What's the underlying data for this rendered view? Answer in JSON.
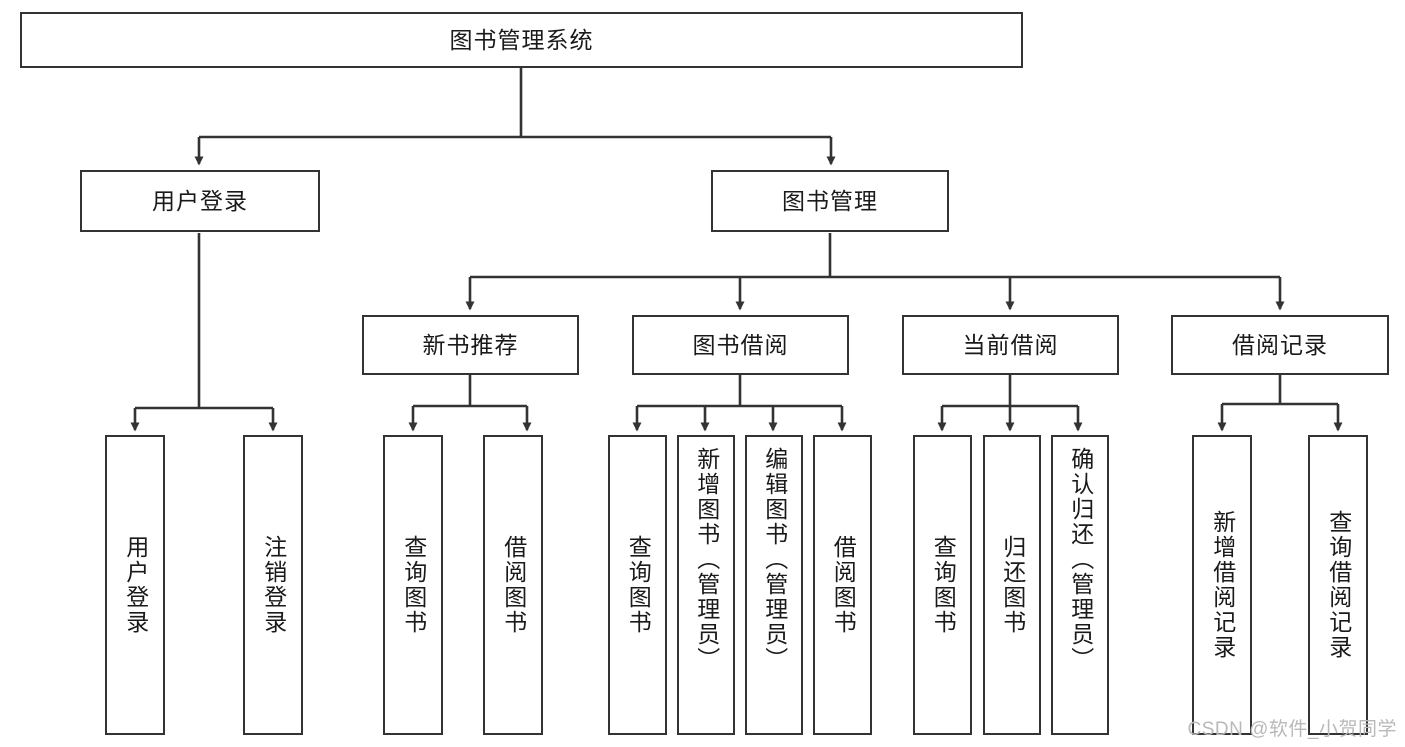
{
  "diagram": {
    "title": "图书管理系统",
    "type": "tree",
    "watermark": "CSDN @软件_小贺同学",
    "colors": {
      "node_border": "#333333",
      "node_fill": "#ffffff",
      "edge": "#333333",
      "text": "#1a1a1a",
      "watermark": "#b9b9b9",
      "background": "#ffffff"
    },
    "root": {
      "label": "图书管理系统"
    },
    "level2": [
      {
        "label": "用户登录"
      },
      {
        "label": "图书管理"
      }
    ],
    "level3": [
      {
        "label": "新书推荐"
      },
      {
        "label": "图书借阅"
      },
      {
        "label": "当前借阅"
      },
      {
        "label": "借阅记录"
      }
    ],
    "leaves": {
      "user_login": [
        {
          "label": "用户登录"
        },
        {
          "label": "注销登录"
        }
      ],
      "new_book_recommend": [
        {
          "label": "查询图书"
        },
        {
          "label": "借阅图书"
        }
      ],
      "book_borrow": [
        {
          "label": "查询图书"
        },
        {
          "label": "新增图书（管理员）"
        },
        {
          "label": "编辑图书（管理员）"
        },
        {
          "label": "借阅图书"
        }
      ],
      "current_borrow": [
        {
          "label": "查询图书"
        },
        {
          "label": "归还图书"
        },
        {
          "label": "确认归还（管理员）"
        }
      ],
      "borrow_record": [
        {
          "label": "新增借阅记录"
        },
        {
          "label": "查询借阅记录"
        }
      ]
    }
  }
}
